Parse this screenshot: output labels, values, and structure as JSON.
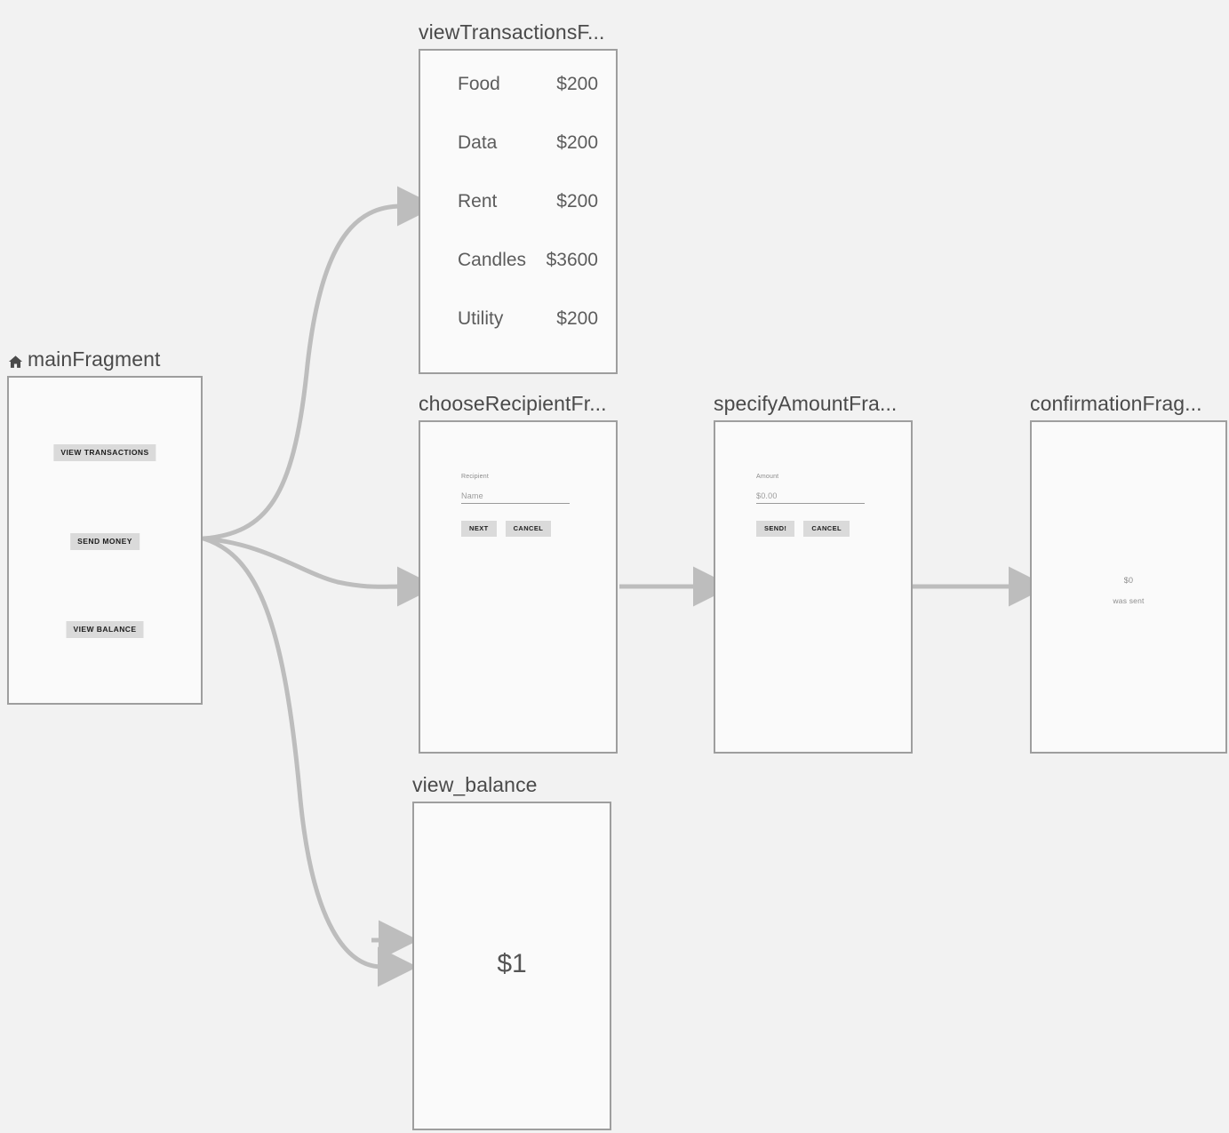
{
  "canvas": {
    "background": "#f2f2f2",
    "node_fill": "#fafafa",
    "node_border": "#9e9e9e",
    "edge_color": "#bdbdbd",
    "button_fill": "#dadada",
    "title_color": "#4a4a4a"
  },
  "nodes": {
    "main": {
      "title": "mainFragment",
      "start_icon": "home-icon",
      "buttons": [
        {
          "label": "VIEW TRANSACTIONS"
        },
        {
          "label": "SEND MONEY"
        },
        {
          "label": "VIEW BALANCE"
        }
      ]
    },
    "transactions": {
      "title": "viewTransactionsF...",
      "rows": [
        {
          "label": "Food",
          "amount": "$200"
        },
        {
          "label": "Data",
          "amount": "$200"
        },
        {
          "label": "Rent",
          "amount": "$200"
        },
        {
          "label": "Candles",
          "amount": "$3600"
        },
        {
          "label": "Utility",
          "amount": "$200"
        }
      ]
    },
    "recipient": {
      "title": "chooseRecipientFr...",
      "field_label": "Recipient",
      "field_placeholder": "Name",
      "primary_button": "NEXT",
      "secondary_button": "CANCEL"
    },
    "amount": {
      "title": "specifyAmountFra...",
      "field_label": "Amount",
      "field_placeholder": "$0.00",
      "primary_button": "SEND!",
      "secondary_button": "CANCEL"
    },
    "confirmation": {
      "title": "confirmationFrag...",
      "amount": "$0",
      "message": "was sent"
    },
    "balance": {
      "title": "view_balance",
      "value": "$1"
    }
  }
}
